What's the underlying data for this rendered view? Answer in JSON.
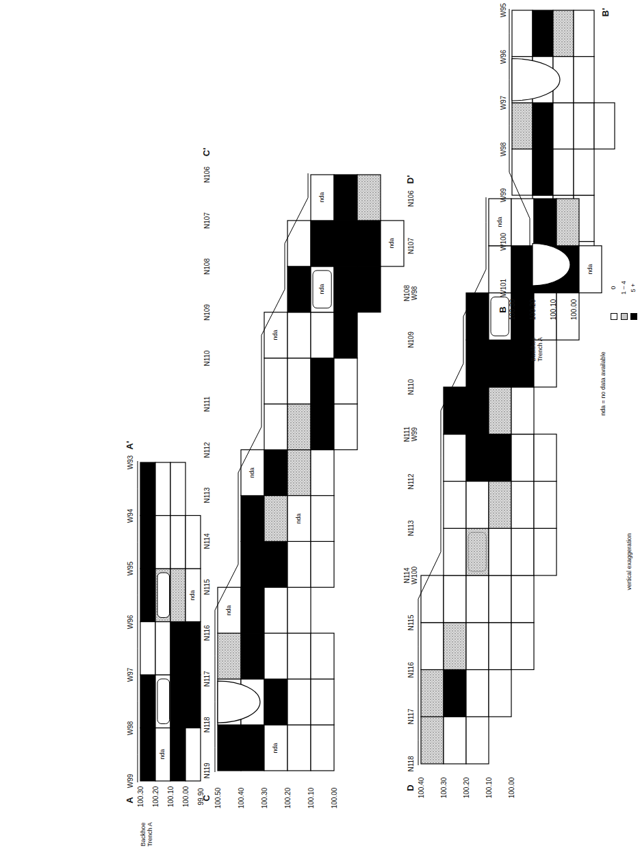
{
  "diagram": {
    "labels": [
      "A",
      "A'",
      "W99",
      "W98",
      "W97",
      "W96",
      "W95",
      "W94",
      "W93",
      "100.30",
      "100.20",
      "100.10",
      "100.00",
      "99.90",
      "Backhoe Trench A",
      "B",
      "B'",
      "W101",
      "W100",
      "W99",
      "W98",
      "W97",
      "W96",
      "W95",
      "100.30",
      "100.20",
      "100.10",
      "100.00",
      "Backhoe Trench A",
      "C",
      "C'",
      "N119",
      "N118",
      "N117",
      "N116",
      "N115",
      "N114",
      "N113",
      "N112",
      "N111",
      "N110",
      "N109",
      "N108",
      "N107",
      "N106",
      "100.50",
      "100.40",
      "100.30",
      "100.20",
      "100.10",
      "100.00",
      "D",
      "D'",
      "N118",
      "N117",
      "N116",
      "N115",
      "N114 W100",
      "N113",
      "N112",
      "N111 W99",
      "N110",
      "N109",
      "N108 W98",
      "N107",
      "N106",
      "100.40",
      "100.30",
      "100.20",
      "100.10",
      "100.00",
      "nda",
      "nda",
      "nda",
      "nda",
      "nda",
      "nda",
      "nda",
      "nda",
      "nda",
      "nda",
      "nda",
      "nda",
      "nda = no data available",
      "vertical exaggeration"
    ],
    "legend": [
      {
        "text": "0",
        "color": "#ffffff"
      },
      {
        "text": "1 – 4",
        "color": "#c8c8c8"
      },
      {
        "text": "5 +",
        "color": "#000000"
      }
    ]
  }
}
